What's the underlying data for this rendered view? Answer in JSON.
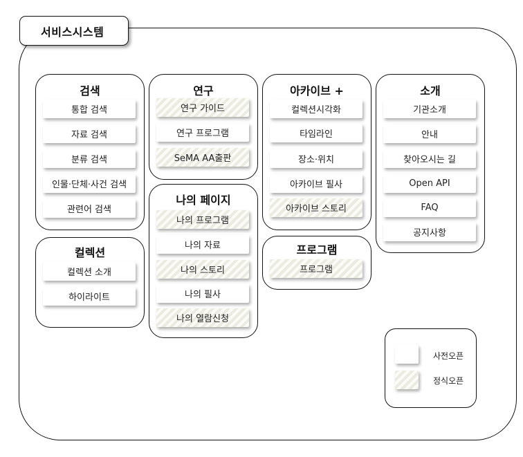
{
  "title": "서비스시스템",
  "sections": {
    "search": {
      "title": "검색",
      "items": [
        {
          "label": "통합 검색",
          "status": "pre"
        },
        {
          "label": "자료 검색",
          "status": "pre"
        },
        {
          "label": "분류 검색",
          "status": "pre"
        },
        {
          "label": "인물·단체·사건 검색",
          "status": "pre"
        },
        {
          "label": "관련어 검색",
          "status": "pre"
        }
      ]
    },
    "collection": {
      "title": "컬렉션",
      "items": [
        {
          "label": "컬렉션 소개",
          "status": "pre"
        },
        {
          "label": "하이라이트",
          "status": "pre"
        }
      ]
    },
    "research": {
      "title": "연구",
      "items": [
        {
          "label": "연구 가이드",
          "status": "official"
        },
        {
          "label": "연구 프로그램",
          "status": "pre"
        },
        {
          "label": "SeMA AA출판",
          "status": "official"
        }
      ]
    },
    "mypage": {
      "title": "나의 페이지",
      "items": [
        {
          "label": "나의 프로그램",
          "status": "official"
        },
        {
          "label": "나의 자료",
          "status": "pre"
        },
        {
          "label": "나의 스토리",
          "status": "official"
        },
        {
          "label": "나의 필사",
          "status": "pre"
        },
        {
          "label": "나의 열람신청",
          "status": "official"
        }
      ]
    },
    "archive": {
      "title": "아카이브 +",
      "items": [
        {
          "label": "컬렉션시각화",
          "status": "pre"
        },
        {
          "label": "타임라인",
          "status": "pre"
        },
        {
          "label": "장소·위치",
          "status": "pre"
        },
        {
          "label": "아카이브 필사",
          "status": "pre"
        },
        {
          "label": "아카이브 스토리",
          "status": "official"
        }
      ]
    },
    "program": {
      "title": "프로그램",
      "items": [
        {
          "label": "프로그램",
          "status": "official"
        }
      ]
    },
    "about": {
      "title": "소개",
      "items": [
        {
          "label": "기관소개",
          "status": "pre"
        },
        {
          "label": "안내",
          "status": "pre"
        },
        {
          "label": "찾아오시는 길",
          "status": "pre"
        },
        {
          "label": "Open API",
          "status": "pre"
        },
        {
          "label": "FAQ",
          "status": "pre"
        },
        {
          "label": "공지사항",
          "status": "pre"
        }
      ]
    }
  },
  "legend": {
    "pre_open": "사전오픈",
    "official_open": "정식오픈"
  },
  "colors": {
    "border": "#111111",
    "hatch_light": "#fbfbf7",
    "hatch_dark": "#ecebe2"
  }
}
